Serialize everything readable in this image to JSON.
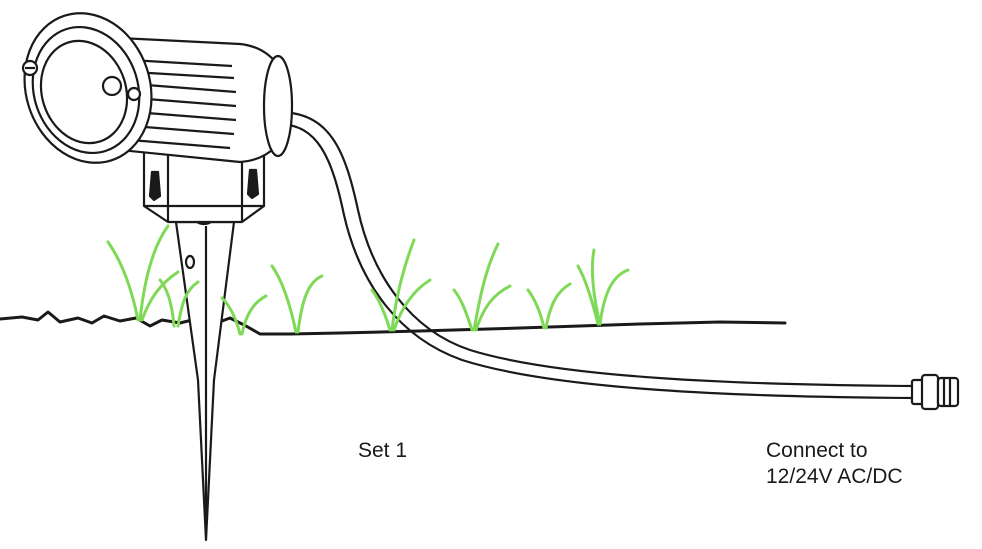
{
  "labels": {
    "set": "Set 1",
    "connect_line1": "Connect to",
    "connect_line2": "12/24V AC/DC"
  },
  "colors": {
    "line": "#1a1a1a",
    "grass": "#7ed957",
    "background": "#ffffff"
  },
  "icons": [
    "spotlight-icon",
    "ground-stake-icon",
    "cable-connector-icon",
    "grass-icon"
  ]
}
